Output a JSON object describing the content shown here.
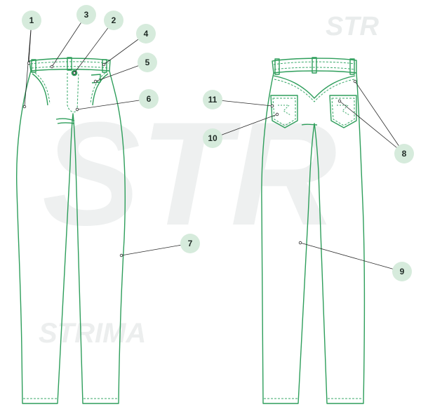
{
  "colors": {
    "outline": "#2e9e5b",
    "stitch": "#3aa96a",
    "badge_fill": "#d6ebdc",
    "badge_text": "#1f2a25",
    "leader": "#2b2b2b",
    "watermark": "#e9ecec"
  },
  "watermark": {
    "small_top": "STR",
    "big_back": "STR",
    "small_mid": "STRIMA"
  },
  "callouts": [
    {
      "id": "1",
      "label": "1"
    },
    {
      "id": "2",
      "label": "2"
    },
    {
      "id": "3",
      "label": "3"
    },
    {
      "id": "4",
      "label": "4"
    },
    {
      "id": "5",
      "label": "5"
    },
    {
      "id": "6",
      "label": "6"
    },
    {
      "id": "7",
      "label": "7"
    },
    {
      "id": "8",
      "label": "8"
    },
    {
      "id": "9",
      "label": "9"
    },
    {
      "id": "10",
      "label": "10"
    },
    {
      "id": "11",
      "label": "11"
    }
  ]
}
